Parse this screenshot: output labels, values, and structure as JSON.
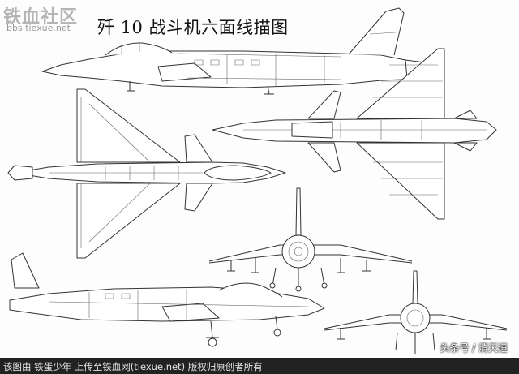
{
  "watermark": {
    "logo_text": "铁血社区",
    "url": "bbs.tiexue.net"
  },
  "title": "歼 10 战斗机六面线描图",
  "footer": {
    "credit": "该图由 铁蛋少年 上传至铁血网(tiexue.net) 版权归原创者所有"
  },
  "brand": {
    "text": "头条号 / 清天道"
  },
  "colors": {
    "line": "#333333",
    "background": "#fdfdfd",
    "footer_bg": "#222222"
  }
}
